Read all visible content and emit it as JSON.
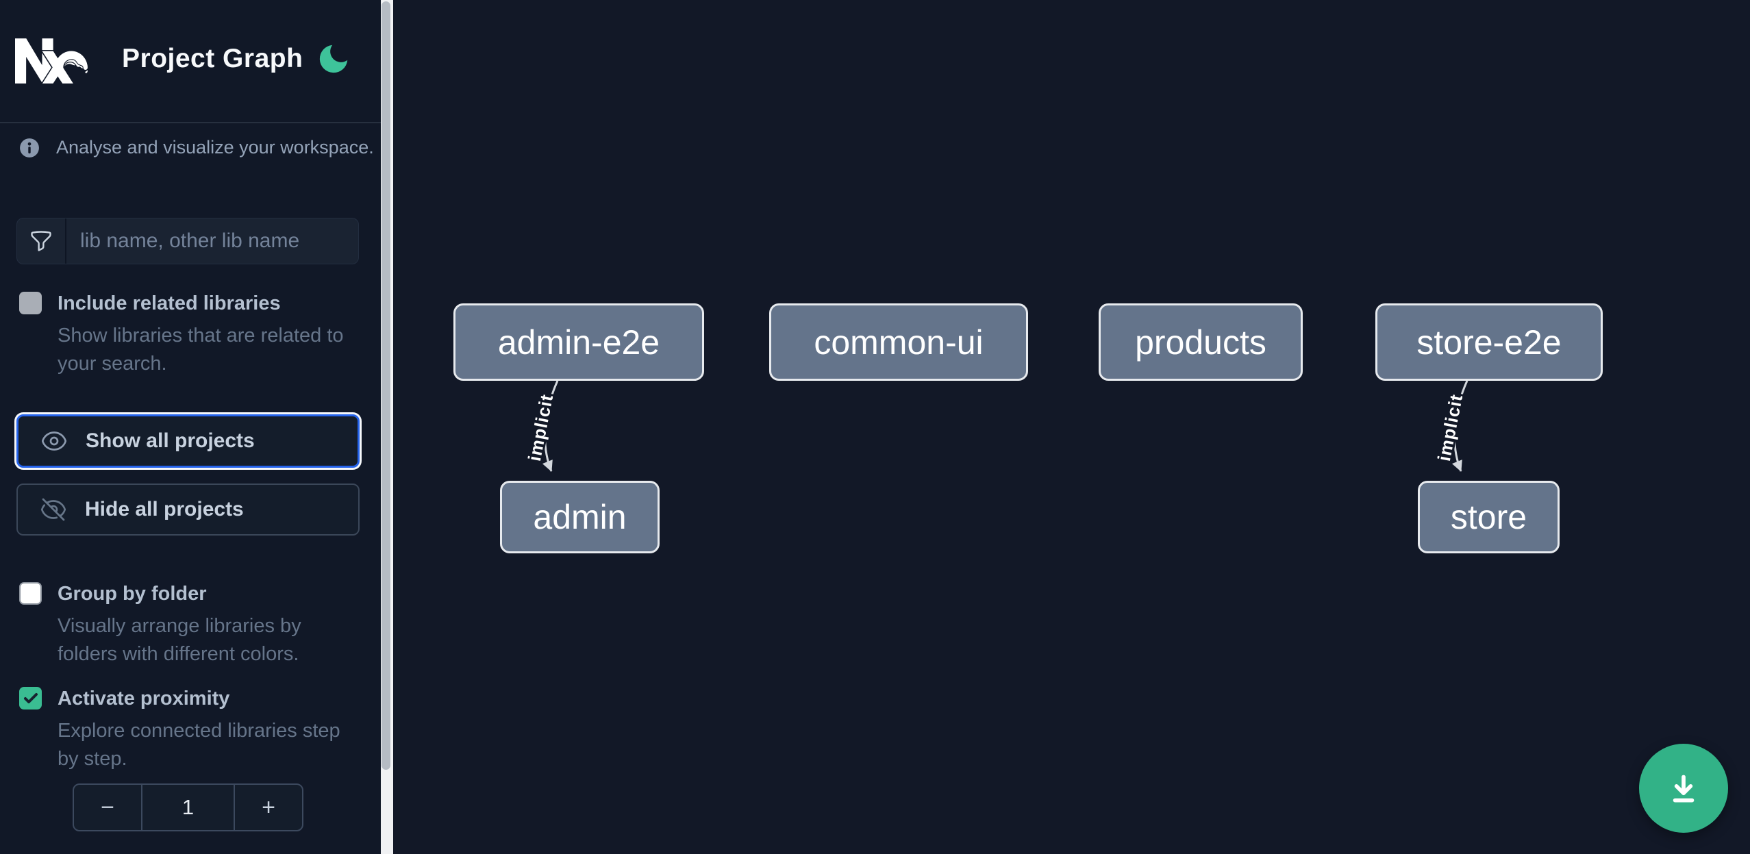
{
  "header": {
    "title": "Project Graph",
    "logo_name": "Nx",
    "theme_icon": "moon"
  },
  "sidebar": {
    "intro_text": "Analyse and visualize your workspace.",
    "filter": {
      "placeholder": "lib name, other lib name",
      "icon": "funnel"
    },
    "options": [
      {
        "label": "Include related libraries",
        "description": "Show libraries that are related to your search.",
        "checked": false
      },
      {
        "label": "Group by folder",
        "description": "Visually arrange libraries by folders with different colors.",
        "checked": false
      },
      {
        "label": "Activate proximity",
        "description": "Explore connected libraries step by step.",
        "checked": true
      }
    ],
    "actions": {
      "show_all": "Show all projects",
      "hide_all": "Hide all projects"
    },
    "proximity_stepper": {
      "decrement_label": "−",
      "value": "1",
      "increment_label": "+"
    }
  },
  "graph": {
    "nodes": [
      {
        "label": "admin-e2e"
      },
      {
        "label": "common-ui"
      },
      {
        "label": "products"
      },
      {
        "label": "store-e2e"
      },
      {
        "label": "admin"
      },
      {
        "label": "store"
      }
    ],
    "edges": [
      {
        "from": "admin-e2e",
        "to": "admin",
        "label": "implicit"
      },
      {
        "from": "store-e2e",
        "to": "store",
        "label": "implicit"
      }
    ]
  },
  "fab": {
    "icon": "download"
  },
  "colors": {
    "background": "#121827",
    "accent_green": "#3abd92",
    "fab_green": "#32b287",
    "focus_blue": "#2563eb",
    "node_fill": "#64748b",
    "node_border": "#e7eaee",
    "edge": "#d3d7dd",
    "text_muted": "#66758a"
  }
}
